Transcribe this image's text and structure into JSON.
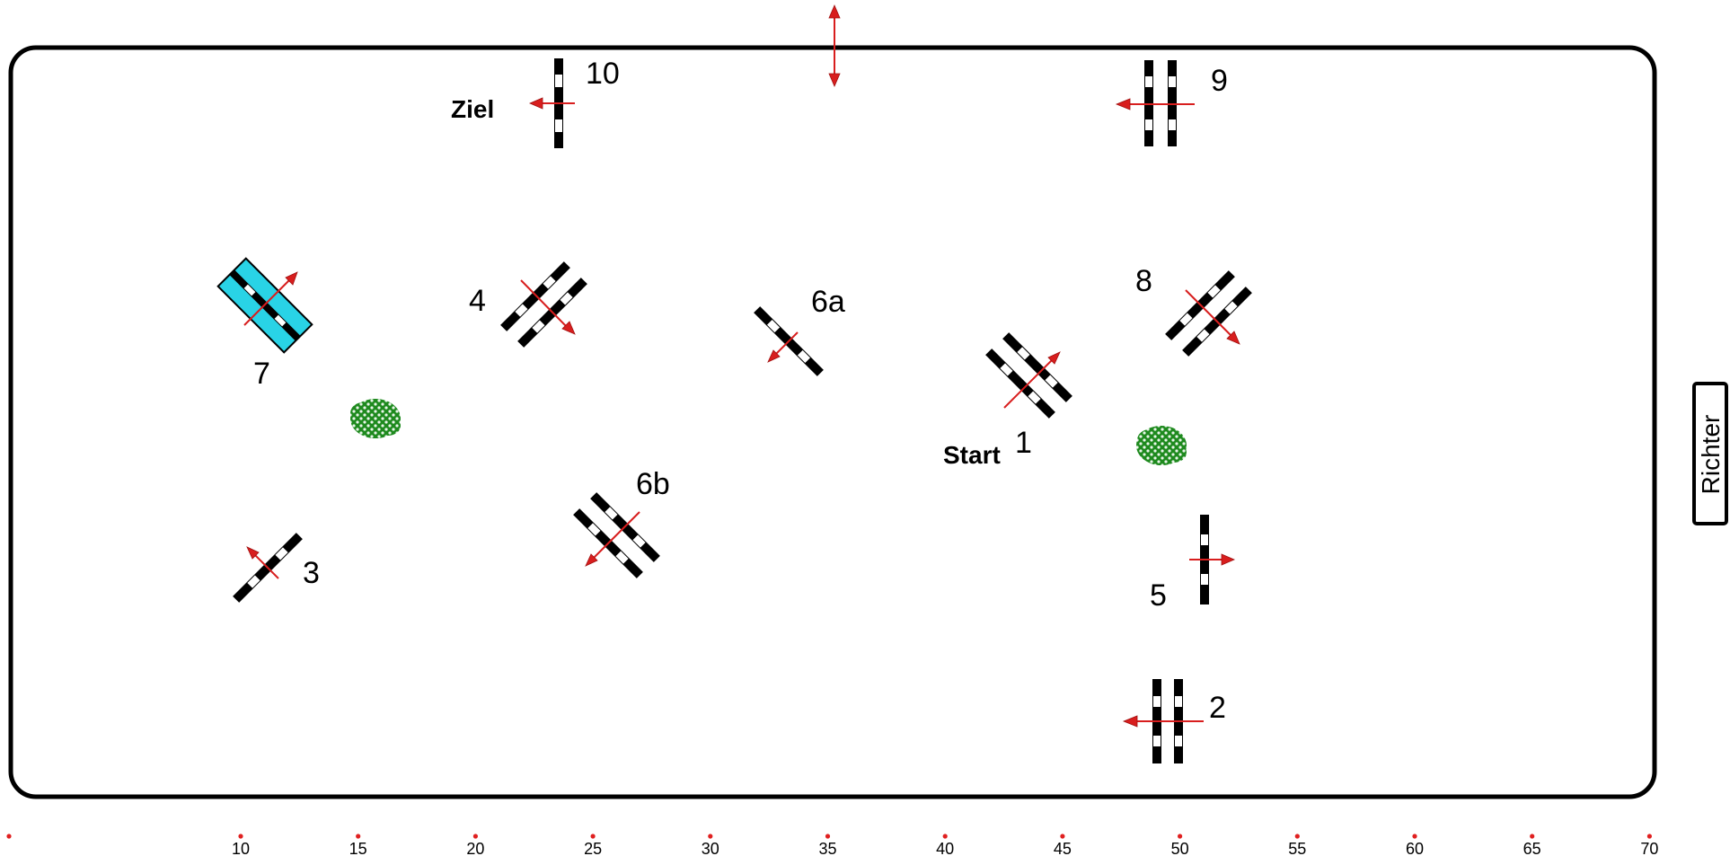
{
  "colors": {
    "arena_border": "#000000",
    "arrow": "#d81e1e",
    "pole_dark": "#000000",
    "pole_light": "#ffffff",
    "water": "#29d3e6",
    "bush": "#1e8a1e",
    "scale_dot": "#e02020"
  },
  "labels": {
    "start": "Start",
    "finish": "Ziel",
    "judge": "Richter"
  },
  "obstacles": [
    {
      "id": "1",
      "label": "1",
      "kind": "oxer"
    },
    {
      "id": "2",
      "label": "2",
      "kind": "oxer"
    },
    {
      "id": "3",
      "label": "3",
      "kind": "vertical"
    },
    {
      "id": "4",
      "label": "4",
      "kind": "oxer"
    },
    {
      "id": "5",
      "label": "5",
      "kind": "vertical"
    },
    {
      "id": "6a",
      "label": "6a",
      "kind": "vertical"
    },
    {
      "id": "6b",
      "label": "6b",
      "kind": "oxer"
    },
    {
      "id": "7",
      "label": "7",
      "kind": "water"
    },
    {
      "id": "8",
      "label": "8",
      "kind": "oxer"
    },
    {
      "id": "9",
      "label": "9",
      "kind": "oxer"
    },
    {
      "id": "10",
      "label": "10",
      "kind": "vertical"
    }
  ],
  "decorations": [
    {
      "id": "bush-left",
      "icon": "bush-icon"
    },
    {
      "id": "bush-right",
      "icon": "bush-icon"
    }
  ],
  "scale": {
    "unit": "m",
    "ticks": [
      "10",
      "15",
      "20",
      "25",
      "30",
      "35",
      "40",
      "45",
      "50",
      "55",
      "60",
      "65",
      "70"
    ]
  }
}
